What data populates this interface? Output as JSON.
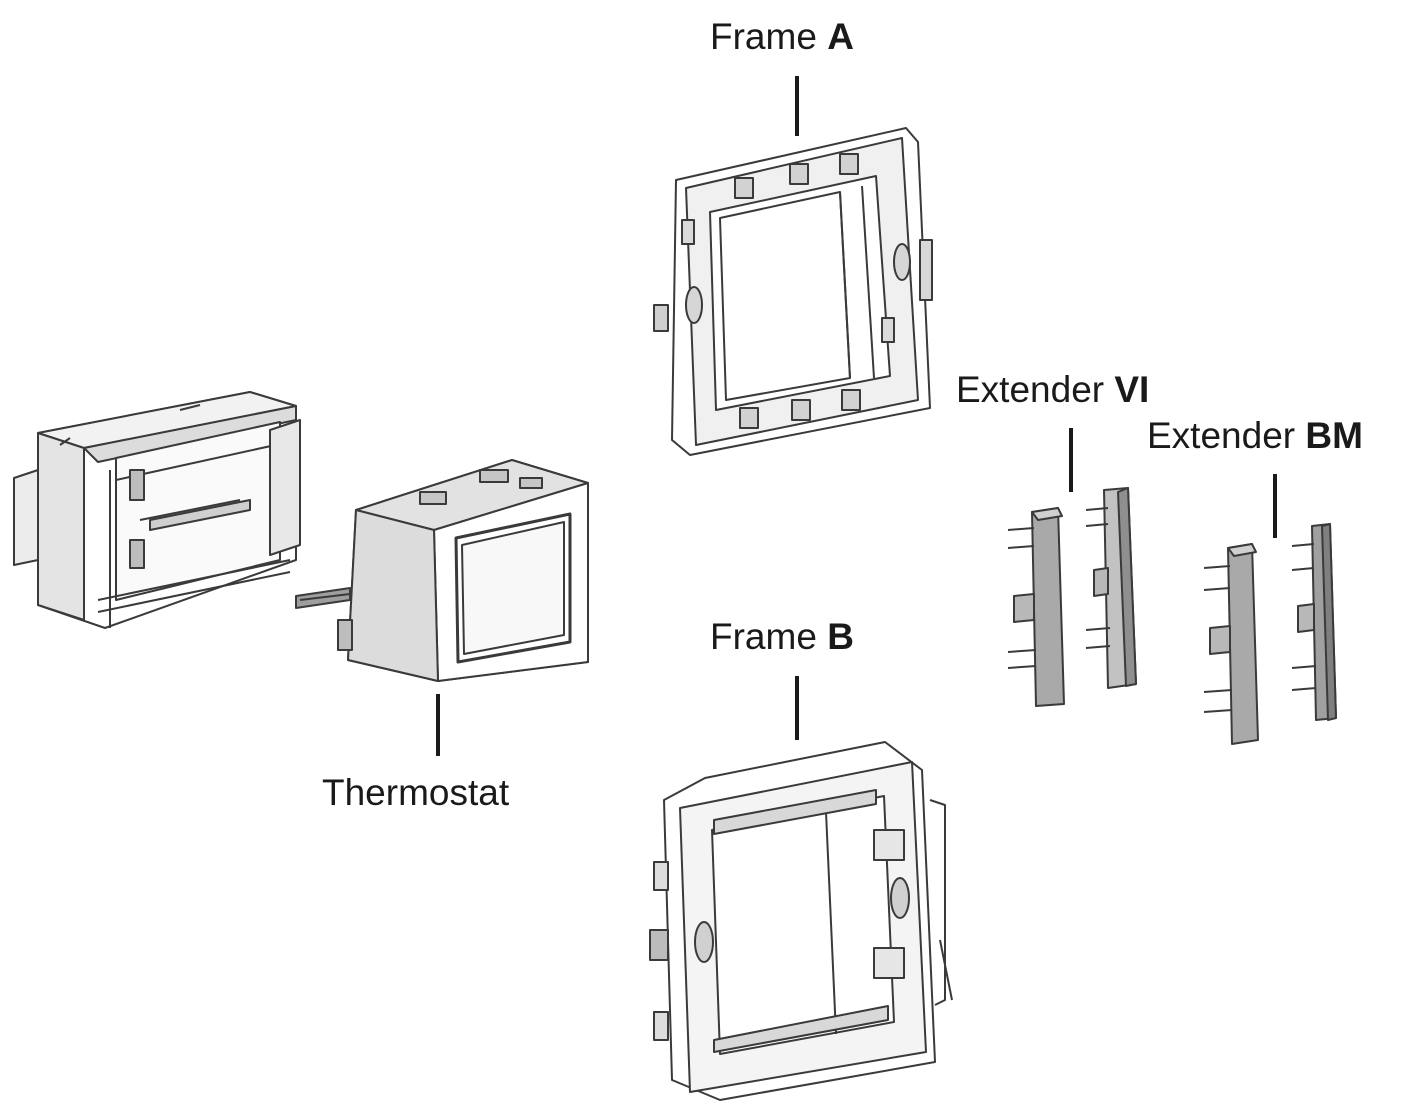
{
  "labels": {
    "frame_a": {
      "text": "Frame",
      "letter": "A"
    },
    "frame_b": {
      "text": "Frame",
      "letter": "B"
    },
    "extender_vi": {
      "text": "Extender",
      "letter": "VI"
    },
    "extender_bm": {
      "text": "Extender",
      "letter": "BM"
    },
    "thermostat": {
      "text": "Thermostat"
    }
  },
  "colors": {
    "stroke": "#3a3a3a",
    "fill_light": "#eeeeee",
    "fill_mid": "#c9c9c9",
    "fill_dark": "#a8a8a8"
  }
}
